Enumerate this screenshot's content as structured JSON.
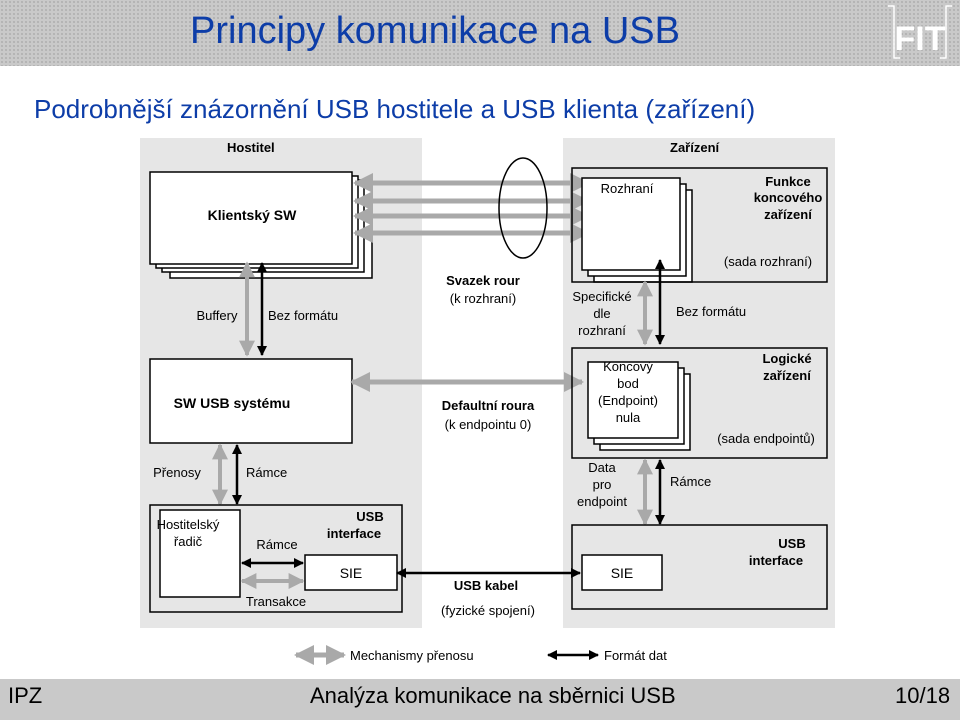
{
  "slide": {
    "title": "Principy komunikace na USB",
    "subtitle": "Podrobnější znázornění USB hostitele a USB klienta (zařízení)",
    "logo_text": "FIT"
  },
  "diagram": {
    "host_label": "Hostitel",
    "device_label": "Zařízení",
    "client_sw": "Klientský SW",
    "pipe_bundle": [
      "Svazek rour",
      "(k rozhraní)"
    ],
    "buffers": "Buffery",
    "no_format_left": "Bez formátu",
    "interface": "Rozhraní",
    "function": [
      "Funkce",
      "koncového",
      "zařízení"
    ],
    "interface_set": "(sada rozhraní)",
    "class_specific": [
      "Specifické",
      "dle",
      "rozhraní"
    ],
    "no_format_right": "Bez formátu",
    "sw_usb": "SW USB systému",
    "default_pipe": [
      "Defaultní roura",
      "(k endpointu 0)"
    ],
    "endpoint_zero": [
      "Koncový",
      "bod",
      "(Endpoint)",
      "nula"
    ],
    "logical_device": [
      "Logické",
      "zařízení"
    ],
    "endpoint_set": "(sada endpointů)",
    "transfers": "Přenosy",
    "frames_left": "Rámce",
    "data_endpoint": [
      "Data",
      "pro",
      "endpoint"
    ],
    "frames_right": "Rámce",
    "host_controller": [
      "Hostitelský",
      "řadič"
    ],
    "frames_inner": "Rámce",
    "usb_interface_left": [
      "USB",
      "interface"
    ],
    "sie_left": "SIE",
    "transactions": "Transakce",
    "usb_cable": [
      "USB kabel",
      "(fyzické spojení)"
    ],
    "sie_right": "SIE",
    "usb_interface_right": [
      "USB",
      "interface"
    ],
    "legend_mech": "Mechanismy přenosu",
    "legend_format": "Formát dat"
  },
  "footer": {
    "left": "IPZ",
    "center": "Analýza komunikace na sběrnici USB",
    "right": "10/18"
  },
  "colors": {
    "title": "#0d3da8",
    "band": "#c9c9c9",
    "panel": "#e6e6e6",
    "gray_arrow": "#a9a9a9"
  }
}
